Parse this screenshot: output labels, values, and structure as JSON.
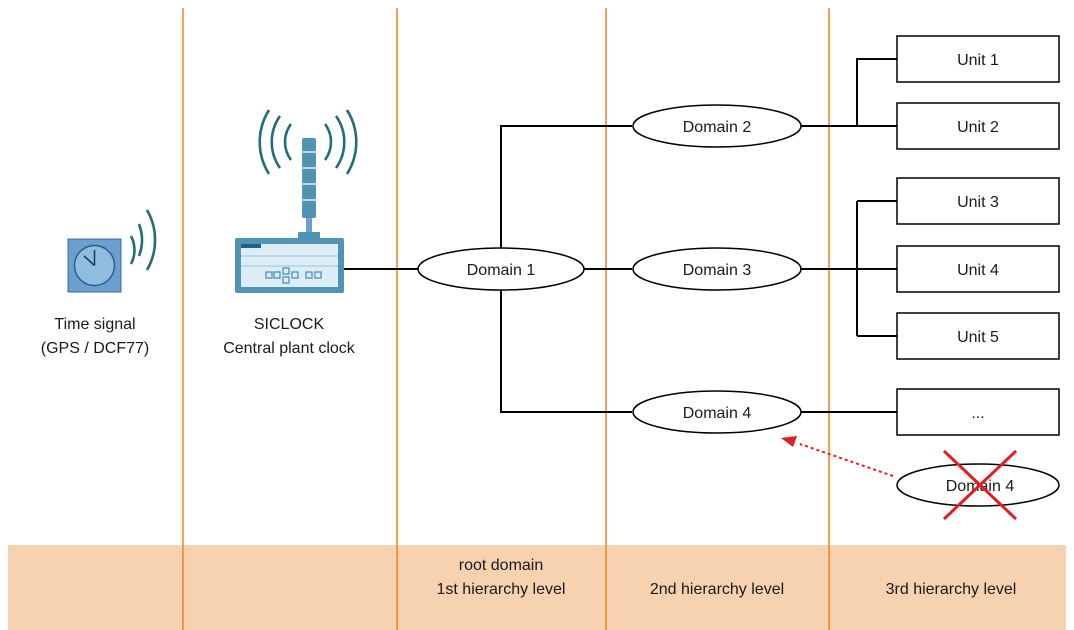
{
  "columns": {
    "c3": [
      "root domain",
      "1st hierarchy level"
    ],
    "c4": "2nd hierarchy level",
    "c5": "3rd hierarchy level"
  },
  "time_signal": [
    "Time signal",
    "(GPS / DCF77)"
  ],
  "clock": [
    "SICLOCK",
    "Central plant clock"
  ],
  "domains": {
    "d1": "Domain 1",
    "d2": "Domain 2",
    "d3": "Domain 3",
    "d4": "Domain 4",
    "d4_removed": "Domain 4"
  },
  "units": {
    "u1": "Unit 1",
    "u2": "Unit 2",
    "u3": "Unit 3",
    "u4": "Unit 4",
    "u5": "Unit 5",
    "u_more": "..."
  },
  "colors": {
    "column_divider": "#f08a2a",
    "footer_band": "#f7d2b0",
    "device_blue": "#4f93b5",
    "device_light": "#dcedf5",
    "wave_teal": "#1f6e7a",
    "removed_red": "#e02020",
    "line": "#000000"
  },
  "icons": [
    "clock-icon",
    "radio-wave-icon",
    "antenna-tower-icon",
    "plant-clock-device-icon",
    "cross-out-icon"
  ]
}
